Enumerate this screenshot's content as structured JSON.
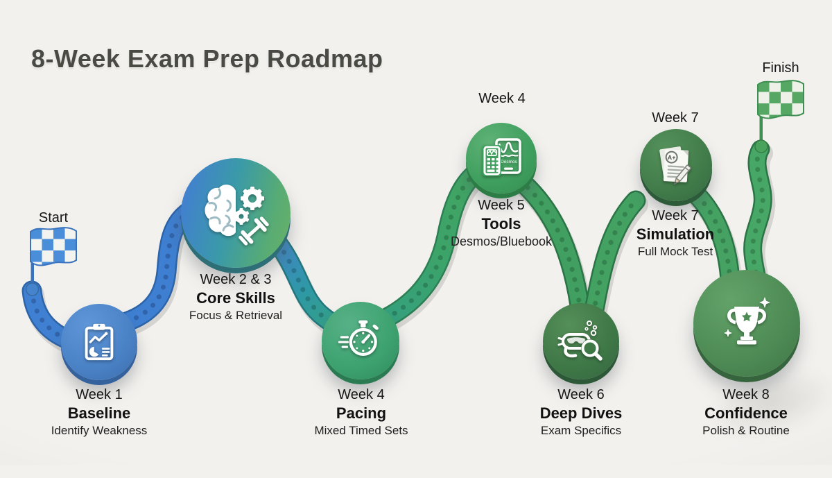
{
  "title": "8-Week Exam Prep Roadmap",
  "start": {
    "label": "Start"
  },
  "finish": {
    "label": "Finish"
  },
  "milestones": [
    {
      "week": "Week 1",
      "name": "Baseline",
      "detail": "Identify Weakness",
      "icon": "clipboard-chart"
    },
    {
      "week": "Week 2 & 3",
      "name": "Core Skills",
      "detail": "Focus & Retrieval",
      "icon": "brain-gears-dumbbell"
    },
    {
      "week": "Week 4",
      "name": "Pacing",
      "detail": "Mixed Timed Sets",
      "icon": "stopwatch"
    },
    {
      "week": "Week 5",
      "name": "Tools",
      "detail": "Desmos/Bluebook",
      "icon": "calculator-desmos-tablet",
      "above_label": "Week 4",
      "icon_text": "Desmos"
    },
    {
      "week": "Week 6",
      "name": "Deep Dives",
      "detail": "Exam Specifics",
      "icon": "dive-mask-magnifier"
    },
    {
      "week": "Week 7",
      "name": "Simulation",
      "detail": "Full Mock Test",
      "icon": "graded-paper-pencil",
      "above_label": "Week 7",
      "icon_text": "A+"
    },
    {
      "week": "Week 8",
      "name": "Confidence",
      "detail": "Polish & Routine",
      "icon": "trophy"
    }
  ],
  "colors": {
    "background": "#f2f1ee",
    "title_text": "#4a4a44",
    "label_text": "#1a1a1a",
    "path_blue": "#3e7fd1",
    "path_teal": "#2e99a4",
    "path_green": "#41a061",
    "node_week1": "#4a82c6",
    "node_week2_3_gradient": [
      "#4280cf",
      "#3a9aa8",
      "#67b168"
    ],
    "node_week4": "#3da26f",
    "node_week5": "#3f9f5e",
    "node_week6": "#3f7847",
    "node_week7": "#417c4a",
    "node_week8": "#4e8b55",
    "flag_blue": "#4a8dd8",
    "flag_green": "#55a763"
  }
}
